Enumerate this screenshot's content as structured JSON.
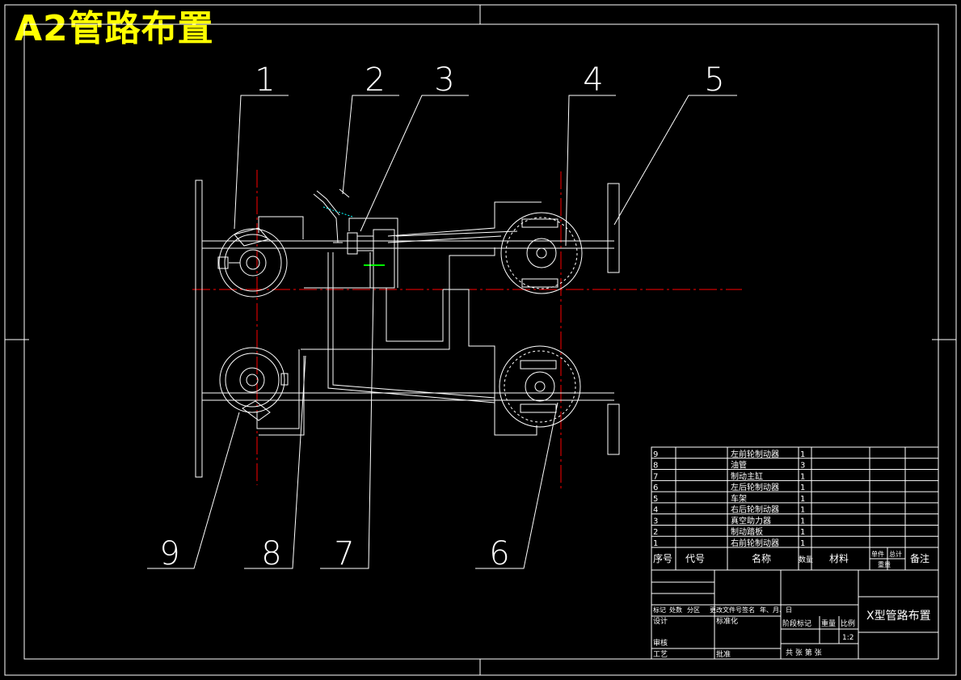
{
  "sheet_title": "A2管路布置",
  "colors": {
    "background": "#000000",
    "linework": "#ffffff",
    "centerline": "#ff0000",
    "title": "#ffff00",
    "hatch": "#00ff00",
    "callout_detail": "#00ffff"
  },
  "callouts": [
    "1",
    "2",
    "3",
    "4",
    "5",
    "6",
    "7",
    "8",
    "9"
  ],
  "parts_list": [
    {
      "no": "9",
      "code": "",
      "name": "左前轮制动器",
      "qty": "1",
      "material": "",
      "unit_weight": "",
      "total_weight": "",
      "remark": ""
    },
    {
      "no": "8",
      "code": "",
      "name": "油管",
      "qty": "3",
      "material": "",
      "unit_weight": "",
      "total_weight": "",
      "remark": ""
    },
    {
      "no": "7",
      "code": "",
      "name": "制动主缸",
      "qty": "1",
      "material": "",
      "unit_weight": "",
      "total_weight": "",
      "remark": ""
    },
    {
      "no": "6",
      "code": "",
      "name": "左后轮制动器",
      "qty": "1",
      "material": "",
      "unit_weight": "",
      "total_weight": "",
      "remark": ""
    },
    {
      "no": "5",
      "code": "",
      "name": "车架",
      "qty": "1",
      "material": "",
      "unit_weight": "",
      "total_weight": "",
      "remark": ""
    },
    {
      "no": "4",
      "code": "",
      "name": "右后轮制动器",
      "qty": "1",
      "material": "",
      "unit_weight": "",
      "total_weight": "",
      "remark": ""
    },
    {
      "no": "3",
      "code": "",
      "name": "真空助力器",
      "qty": "1",
      "material": "",
      "unit_weight": "",
      "total_weight": "",
      "remark": ""
    },
    {
      "no": "2",
      "code": "",
      "name": "制动踏板",
      "qty": "1",
      "material": "",
      "unit_weight": "",
      "total_weight": "",
      "remark": ""
    },
    {
      "no": "1",
      "code": "",
      "name": "右前轮制动器",
      "qty": "1",
      "material": "",
      "unit_weight": "",
      "total_weight": "",
      "remark": ""
    }
  ],
  "parts_header": {
    "no": "序号",
    "code": "代号",
    "name": "名称",
    "qty": "数量",
    "material": "材料",
    "unit": "单件",
    "total": "总计",
    "weight": "重量",
    "remark": "备注"
  },
  "title_block": {
    "drawing_name": "X型管路布置",
    "revision_fields": [
      "标记",
      "处数",
      "分区",
      "更改文件号",
      "签名",
      "年、月、日"
    ],
    "design": "设计",
    "standardization": "标准化",
    "review": "审核",
    "process": "工艺",
    "approve": "批准",
    "stage_mark": "阶段标记",
    "weight": "重量",
    "scale": "比例",
    "scale_value": "1:2",
    "sheets": "共  张  第  张"
  }
}
